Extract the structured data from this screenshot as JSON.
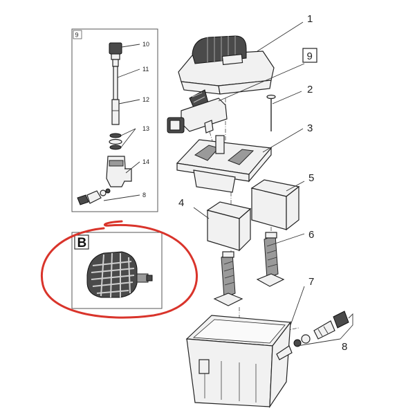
{
  "callouts": {
    "c1": "1",
    "c2": "2",
    "c3": "3",
    "c4": "4",
    "c5": "5",
    "c6": "6",
    "c7": "7",
    "c8": "8",
    "c9": "9"
  },
  "inset_9": {
    "box_label": "9",
    "parts": {
      "p10": "10",
      "p11": "11",
      "p12": "12",
      "p13": "13",
      "p14": "14",
      "p8": "8"
    }
  },
  "inset_b": {
    "box_label": "B"
  },
  "annotation": {
    "circle_color": "#d9342b"
  },
  "colors": {
    "line": "#222222",
    "part_fill": "#f1f1f1",
    "dark_part": "#4a4a4a"
  }
}
